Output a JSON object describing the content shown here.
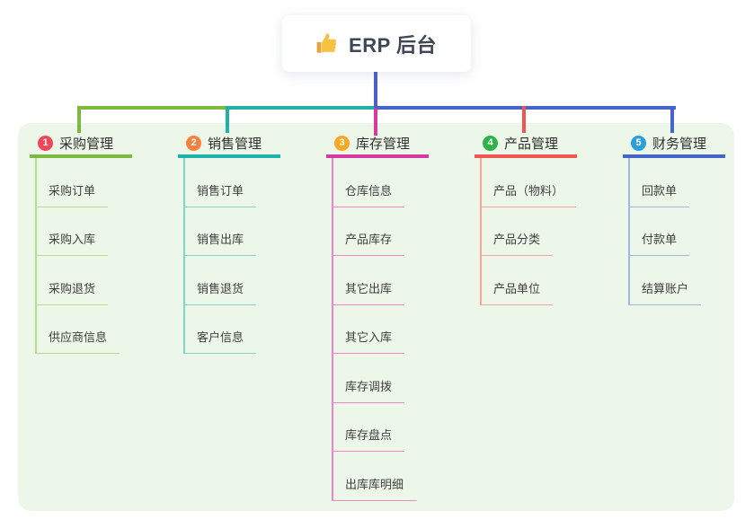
{
  "root": {
    "label": "ERP 后台",
    "icon": "thumbs-up-icon"
  },
  "colors": {
    "panel_bg": "#ecf7e9",
    "root_connector": "#4a5fc9",
    "root_text": "#3c4858",
    "header_text": "#2f2f2f",
    "child_text": "#3f3f3f",
    "thumb_gold": "#f7c244",
    "thumb_cuff": "#e8a33d"
  },
  "branches": [
    {
      "badge": "1",
      "label": "采购管理",
      "badge_color": "#f0475a",
      "line_color": "#7cb93e",
      "line_color_light": "#b7dc90",
      "children": [
        "采购订单",
        "采购入库",
        "采购退货",
        "供应商信息"
      ]
    },
    {
      "badge": "2",
      "label": "销售管理",
      "badge_color": "#f6823f",
      "line_color": "#1eb3a8",
      "line_color_light": "#7fd6cd",
      "children": [
        "销售订单",
        "销售出库",
        "销售退货",
        "客户信息"
      ]
    },
    {
      "badge": "3",
      "label": "库存管理",
      "badge_color": "#f6a723",
      "line_color": "#d6399f",
      "line_color_light": "#ef85c5",
      "children": [
        "仓库信息",
        "产品库存",
        "其它出库",
        "其它入库",
        "库存调拨",
        "库存盘点",
        "出库库明细"
      ]
    },
    {
      "badge": "4",
      "label": "产品管理",
      "badge_color": "#2fb24a",
      "line_color": "#f05552",
      "line_color_light": "#f8a29c",
      "children": [
        "产品（物料）",
        "产品分类",
        "产品单位"
      ]
    },
    {
      "badge": "5",
      "label": "财务管理",
      "badge_color": "#2b9fd9",
      "line_color": "#4566c8",
      "line_color_light": "#9fb6e8",
      "children": [
        "回款单",
        "付款单",
        "结算账户"
      ]
    }
  ]
}
